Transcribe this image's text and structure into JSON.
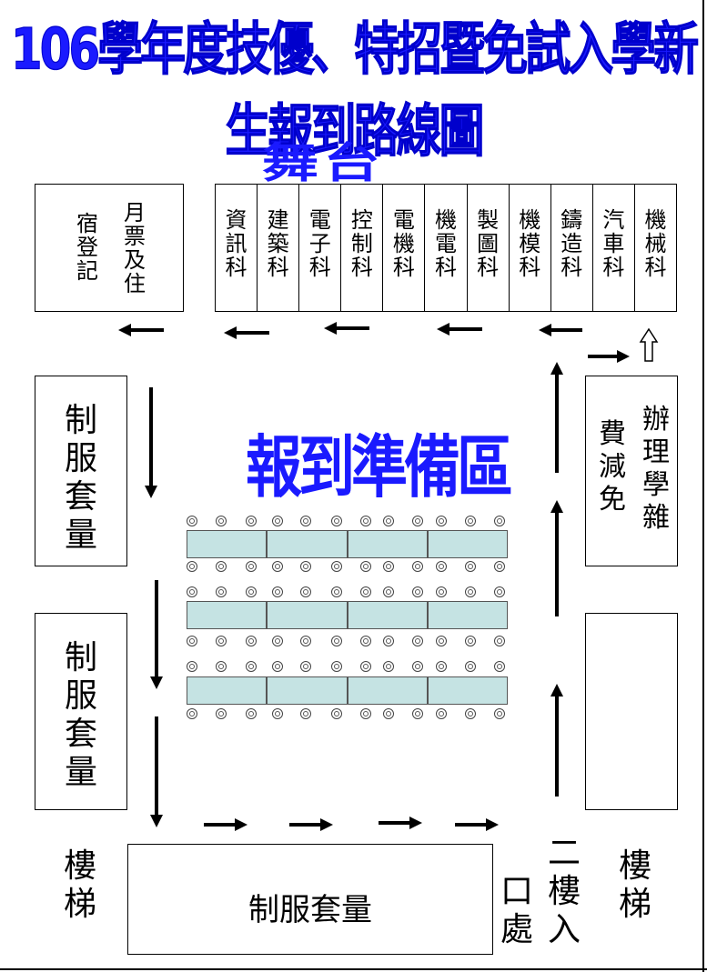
{
  "title": "106學年度技優、特招暨免試入學新生報到路線圖",
  "stage": "舞台",
  "zone_title": "報到準備區",
  "boxes": {
    "monthly_ticket": "月票及住",
    "dorm": "宿登記",
    "uniform_a": "制服套量",
    "uniform_b": "制服套量",
    "uniform_c": "制服套量",
    "tuition_a": "辦理學雜",
    "tuition_b": "費減免",
    "stairs_left": "樓梯",
    "stairs_right": "樓梯",
    "entrance_a": "二樓入",
    "entrance_b": "口處"
  },
  "departments": [
    "資訊科",
    "建築科",
    "電子科",
    "控制科",
    "電機科",
    "機電科",
    "製圖科",
    "機模科",
    "鑄造科",
    "汽車科",
    "機械科"
  ],
  "icons": {
    "arrow": "arrow-icon",
    "chair": "chair-icon"
  }
}
